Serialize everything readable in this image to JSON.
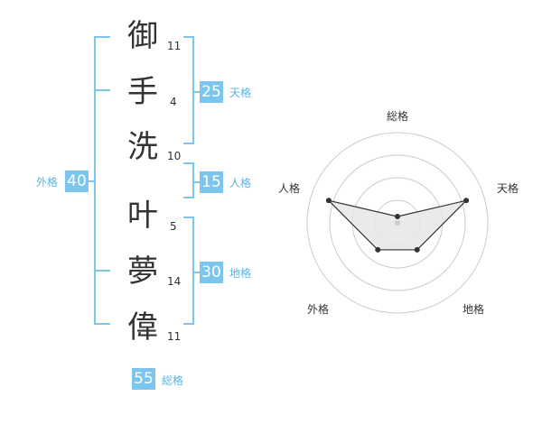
{
  "characters": [
    {
      "char": "御",
      "strokes": "11"
    },
    {
      "char": "手",
      "strokes": "4"
    },
    {
      "char": "洗",
      "strokes": "10"
    },
    {
      "char": "叶",
      "strokes": "5"
    },
    {
      "char": "夢",
      "strokes": "14"
    },
    {
      "char": "偉",
      "strokes": "11"
    }
  ],
  "fortune": {
    "tenkaku": {
      "label": "天格",
      "value": "25"
    },
    "jinkaku": {
      "label": "人格",
      "value": "15"
    },
    "chikaku": {
      "label": "地格",
      "value": "30"
    },
    "gaikaku": {
      "label": "外格",
      "value": "40"
    },
    "soukaku": {
      "label": "総格",
      "value": "55"
    }
  },
  "radar": {
    "axes": [
      "総格",
      "天格",
      "地格",
      "外格",
      "人格"
    ],
    "levels": 4,
    "values": [
      0.07,
      0.8,
      0.37,
      0.37,
      0.8
    ],
    "colors": {
      "fill": "#e6e6e6",
      "line": "#333333",
      "ring": "#cccccc"
    }
  }
}
